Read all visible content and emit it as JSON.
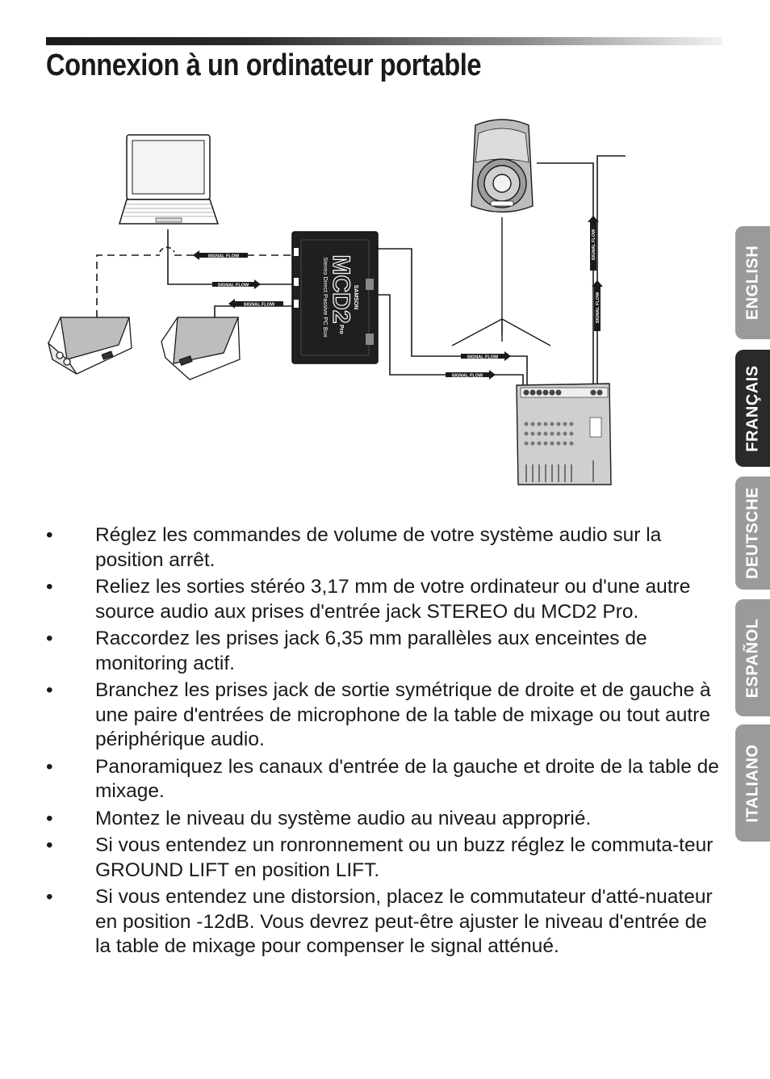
{
  "header": {
    "title": "Connexion à un ordinateur portable"
  },
  "diagram": {
    "signal_label": "SIGNAL FLOW",
    "brand": "SAMSON",
    "device_model": "MCD2",
    "device_text": "Stereo Direct Passive PC Box",
    "device_pro": "Pro"
  },
  "instructions": [
    "Réglez les commandes de volume de votre système audio sur la position arrêt.",
    "Reliez les sorties stéréo 3,17 mm de votre ordinateur ou d'une autre source audio aux prises d'entrée jack STEREO du MCD2 Pro.",
    "Raccordez les prises jack 6,35 mm parallèles aux enceintes de monitoring actif.",
    "Branchez les prises jack de sortie symétrique de droite et de gauche à une paire d'entrées de microphone de la table de mixage ou tout autre périphérique audio.",
    "Panoramiquez les canaux d'entrée de la gauche et droite de la table de mixage.",
    "Montez le niveau du système audio au niveau approprié.",
    "Si vous entendez un ronronnement ou un buzz réglez le commuta-teur GROUND LIFT en position LIFT.",
    "Si vous entendez une distorsion, placez le commutateur d'atté-nuateur en position -12dB. Vous devrez peut-être ajuster le niveau d'entrée de la table de mixage pour compenser le signal atténué."
  ],
  "bullet_symbol": "•",
  "language_tabs": [
    {
      "label": "ENGLISH",
      "active": false
    },
    {
      "label": "FRANÇAIS",
      "active": true
    },
    {
      "label": "DEUTSCHE",
      "active": false
    },
    {
      "label": "ESPAÑOL",
      "active": false
    },
    {
      "label": "ITALIANO",
      "active": false
    }
  ],
  "colors": {
    "tab_inactive": "#9a9a9a",
    "tab_active": "#2a2a2a",
    "text": "#1a1a1a"
  }
}
